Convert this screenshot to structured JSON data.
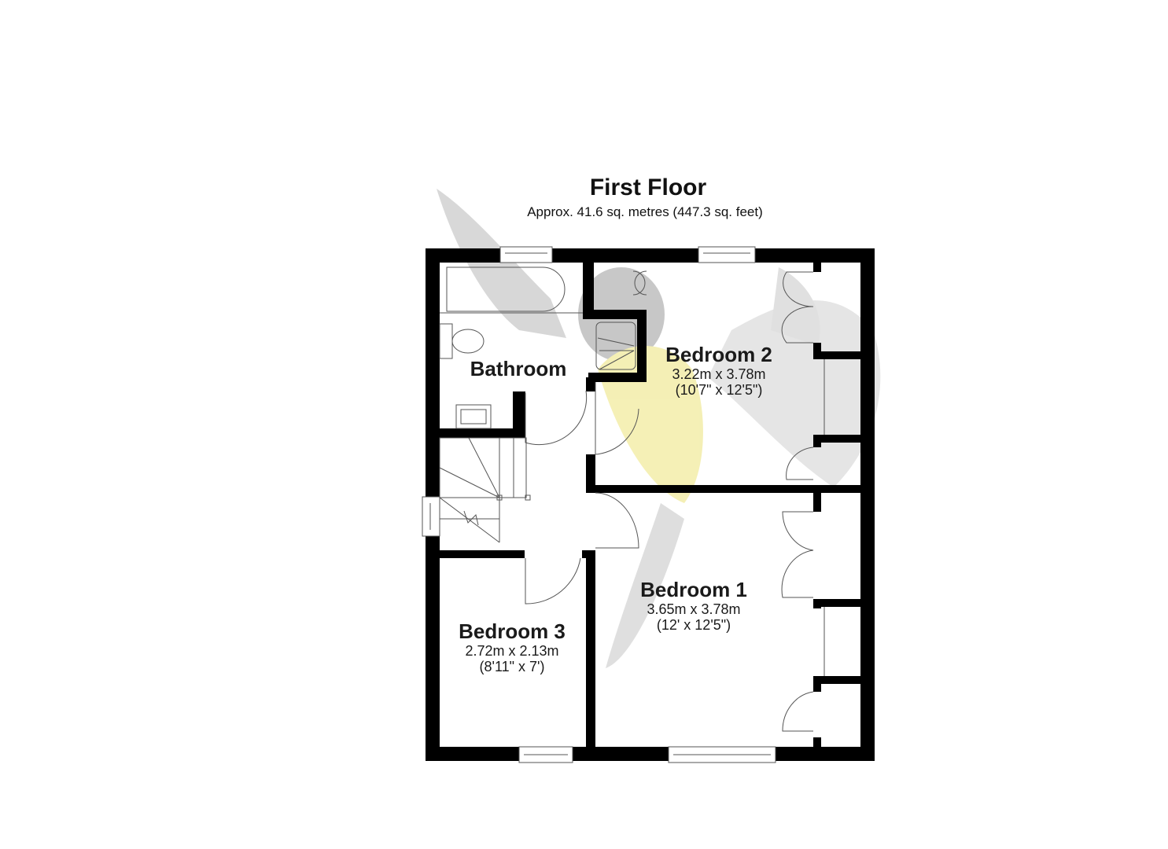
{
  "plan": {
    "title": "First Floor",
    "area": "Approx. 41.6 sq. metres (447.3 sq. feet)"
  },
  "rooms": [
    {
      "name": "Bathroom",
      "metric": "",
      "imperial": ""
    },
    {
      "name": "Bedroom 2",
      "metric": "3.22m x 3.78m",
      "imperial": "(10'7\" x 12'5\")"
    },
    {
      "name": "Bedroom 1",
      "metric": "3.65m x 3.78m",
      "imperial": "(12' x 12'5\")"
    },
    {
      "name": "Bedroom 3",
      "metric": "2.72m x 2.13m",
      "imperial": "(8'11\" x 7')"
    }
  ],
  "colors": {
    "wall": "#000000",
    "line": "#555555",
    "watermark_grey": "#bdbdbd",
    "watermark_yellow": "#e9e27a"
  }
}
